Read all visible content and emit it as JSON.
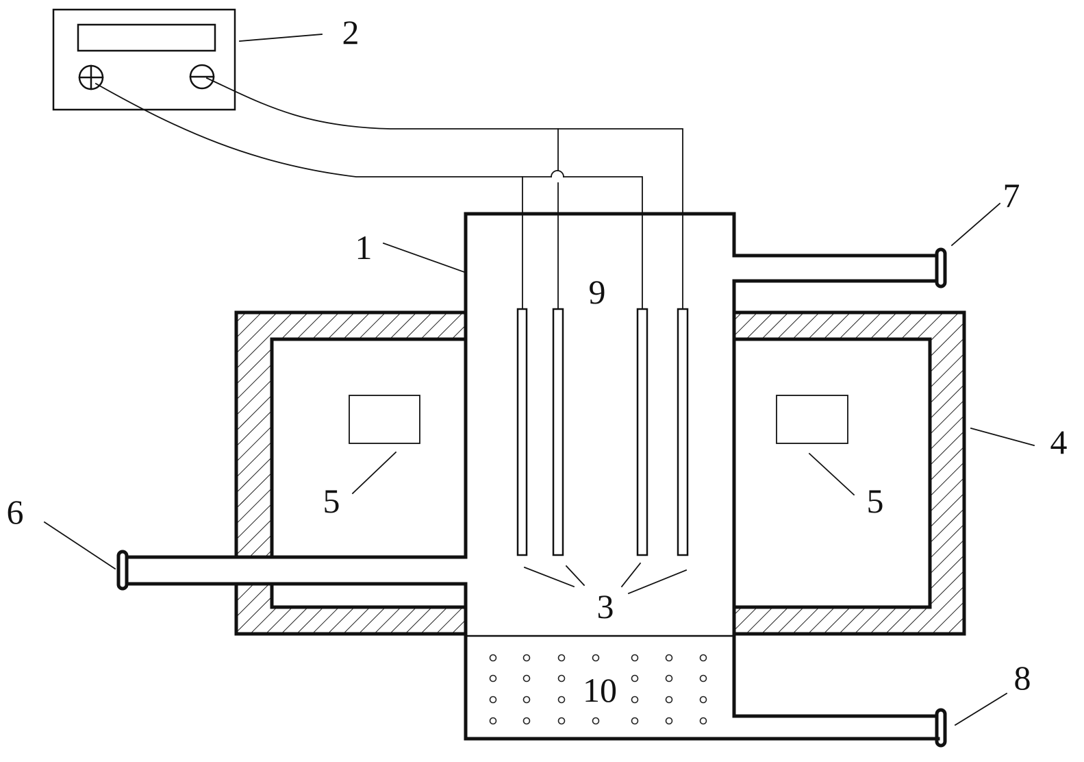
{
  "labels": {
    "l1": "1",
    "l2": "2",
    "l3": "3",
    "l4": "4",
    "l5a": "5",
    "l5b": "5",
    "l6": "6",
    "l7": "7",
    "l8": "8",
    "l9": "9",
    "l10": "10"
  },
  "power_supply": {
    "positive_icon": "plus-circle-icon",
    "negative_icon": "minus-circle-icon"
  }
}
